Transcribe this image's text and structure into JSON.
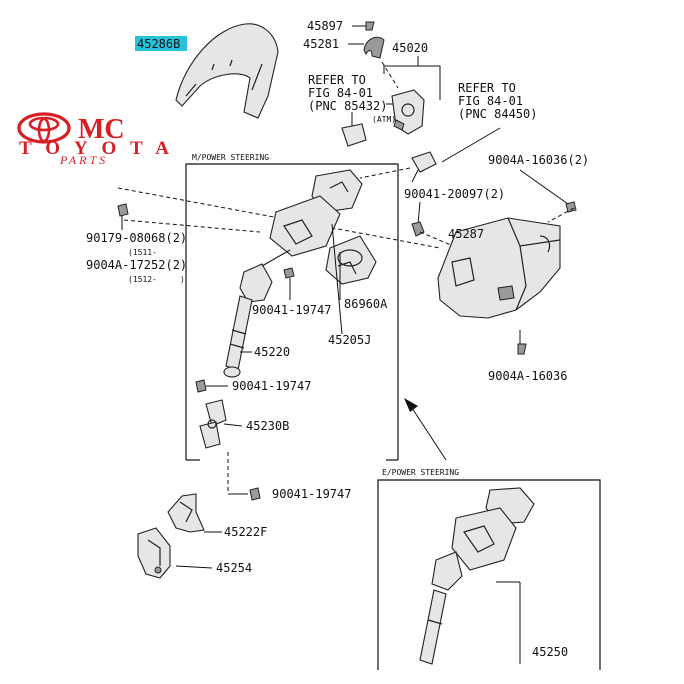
{
  "brand": {
    "line1": "MC",
    "line2": "TOYOTA",
    "line3": "PARTS",
    "color": "#d81f26"
  },
  "highlight_color": "#27c3dc",
  "parts": {
    "p45286B": "45286B",
    "p45897": "45897",
    "p45281": "45281",
    "p45020": "45020",
    "p90004A_16036_2": "9004A-16036(2)",
    "p90041_20097_2": "90041-20097(2)",
    "p45287": "45287",
    "p90179_08068_2": "90179-08068(2)",
    "p90004A_17252_2": "9004A-17252(2)",
    "p90041_19747_a": "90041-19747",
    "p86960A": "86960A",
    "p45205J": "45205J",
    "p45220": "45220",
    "p90041_19747_b": "90041-19747",
    "p45230B": "45230B",
    "p90004A_16036": "9004A-16036",
    "p90041_19747_c": "90041-19747",
    "p45222F": "45222F",
    "p45254": "45254",
    "p45250": "45250"
  },
  "refs": {
    "ref1_line1": "REFER TO",
    "ref1_line2": "FIG 84-01",
    "ref1_line3": "(PNC 85432)",
    "ref1_note": "(ATM)",
    "ref2_line1": "REFER TO",
    "ref2_line2": "FIG 84-01",
    "ref2_line3": "(PNC 84450)"
  },
  "notes": {
    "n1511": "(1511-",
    "n1512": "(1512-",
    "n1512_close": ")"
  },
  "boxes": {
    "mpower": "M/POWER STEERING",
    "epower": "E/POWER STEERING"
  }
}
